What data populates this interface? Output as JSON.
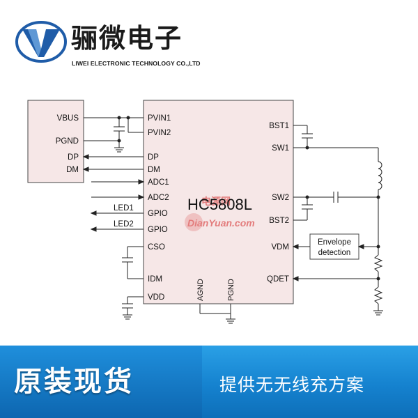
{
  "brand": {
    "name_cn": "骊微电子",
    "name_en": "LIWEI ELECTRONIC TECHNOLOGY CO.,LTD"
  },
  "colors": {
    "logo_blue": "#1f5ca8",
    "chip_fill": "#f6e7e7",
    "footer_blue": "#1582cf",
    "watermark": "#e06a6a"
  },
  "diagram": {
    "chip_name": "HC5808L",
    "watermark": "DianYuan.com",
    "watermark_cn": "电源网",
    "left_pins": [
      "PVIN1",
      "PVIN2",
      "DP",
      "DM",
      "ADC1",
      "ADC2",
      "GPIO",
      "GPIO",
      "CSO",
      "IDM",
      "VDD"
    ],
    "right_pins": [
      "BST1",
      "SW1",
      "SW2",
      "BST2",
      "VDM",
      "QDET"
    ],
    "bottom_pins": [
      "AGND",
      "PGND"
    ],
    "ext_left": [
      "VBUS",
      "PGND",
      "DP",
      "DM"
    ],
    "led_labels": [
      "LED1",
      "LED2"
    ],
    "envelope_line1": "Envelope",
    "envelope_line2": "detection"
  },
  "footer": {
    "left_text": "原装现货",
    "right_text": "提供无无线充方案"
  }
}
